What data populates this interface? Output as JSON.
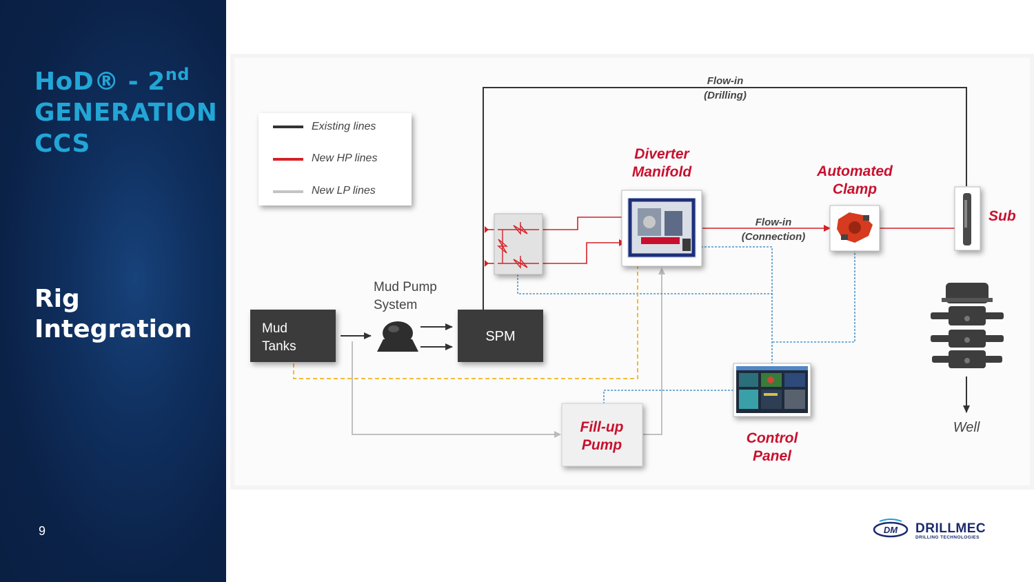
{
  "slide": {
    "title_line1_main": "HoD® - 2",
    "title_line1_sup": "nd",
    "title_line2": "GENERATION",
    "title_line3": "CCS",
    "subtitle_line1": "Rig",
    "subtitle_line2": "Integration",
    "page_number": "9"
  },
  "legend": {
    "items": [
      {
        "label": "Existing lines",
        "color": "#333333"
      },
      {
        "label": "New HP lines",
        "color": "#d62027"
      },
      {
        "label": "New LP lines",
        "color": "#c4c4c4"
      }
    ]
  },
  "nodes": {
    "mud_tanks": {
      "line1": "Mud",
      "line2": "Tanks"
    },
    "mud_pump": {
      "line1": "Mud Pump",
      "line2": "System"
    },
    "spm": {
      "label": "SPM"
    },
    "diverter": {
      "line1": "Diverter",
      "line2": "Manifold"
    },
    "clamp": {
      "line1": "Automated",
      "line2": "Clamp"
    },
    "sub": {
      "label": "Sub"
    },
    "well": {
      "label": "Well"
    },
    "fillup": {
      "line1": "Fill-up",
      "line2": "Pump"
    },
    "control": {
      "line1": "Control",
      "line2": "Panel"
    }
  },
  "flow_labels": {
    "drilling_line1": "Flow-in",
    "drilling_line2": "(Drilling)",
    "connection_line1": "Flow-in",
    "connection_line2": "(Connection)"
  },
  "colors": {
    "accent_red": "#c8102e",
    "title_cyan": "#22a6d6",
    "signal_blue": "#2a7fc0",
    "signal_yellow": "#f2b31c",
    "dark_box": "#3a3a3a"
  },
  "logo": {
    "name": "DRILLMEC",
    "tagline": "DRILLING TECHNOLOGIES"
  }
}
